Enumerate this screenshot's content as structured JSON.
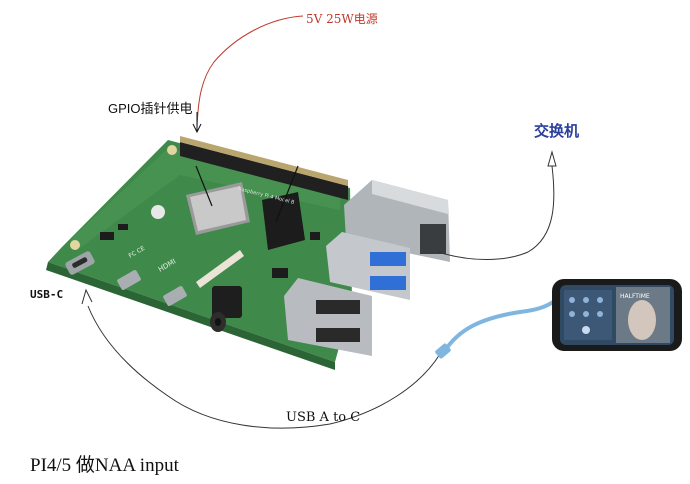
{
  "labels": {
    "power": "5V 25W电源",
    "gpio": "GPIO插针供电",
    "switch": "交换机",
    "usb_c": "USB-C",
    "usb_a_to_c": "USB A to C",
    "title": "PI4/5 做NAA input"
  },
  "board": {
    "hdmi_text": "HDMI",
    "fcc_text": "FC CE",
    "chip_text": "Raspberry Pi 4 Model B"
  },
  "phone": {
    "album_text": "HALFTIME"
  },
  "colors": {
    "board": "#3f8a4a",
    "power_line": "#c0392b",
    "usb_cable": "#7fb6e0",
    "switch_label": "#2b3f9e"
  }
}
